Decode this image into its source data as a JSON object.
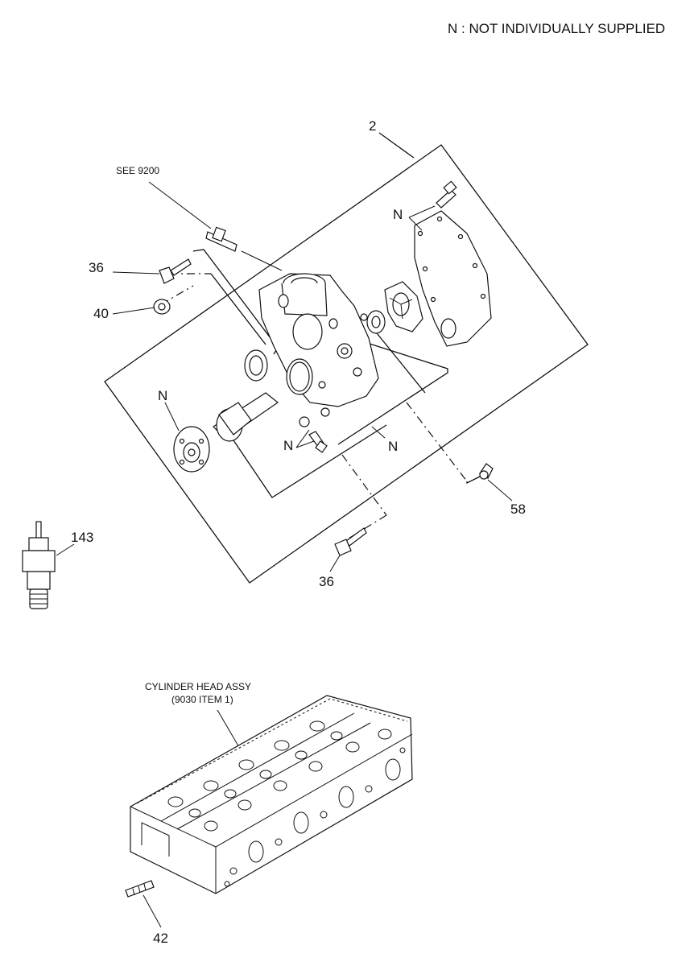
{
  "legend_note": "N : NOT INDIVIDUALLY SUPPLIED",
  "callouts": {
    "assembly": "2",
    "see_ref": "SEE 9200",
    "bolt_top": "36",
    "washer": "40",
    "bolt_bottom": "36",
    "plug": "58",
    "sensor": "143",
    "stud": "42",
    "n_gasket": "N",
    "n_flange": "N",
    "n_lower": "N",
    "n_mid": "N"
  },
  "cylinder_head": {
    "line1": "CYLINDER HEAD ASSY",
    "line2": "(9030 ITEM 1)"
  }
}
